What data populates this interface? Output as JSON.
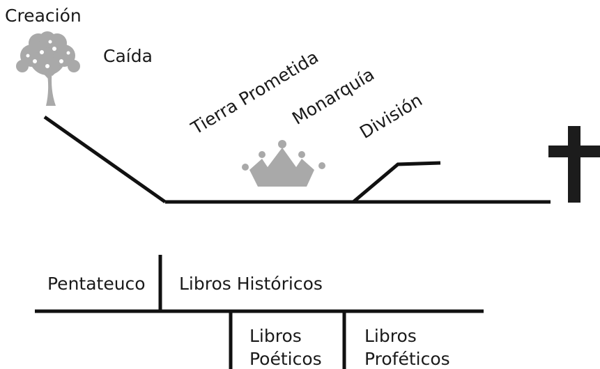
{
  "timeline": {
    "creation": "Creación",
    "fall": "Caída",
    "promised_land": "Tierra Prometida",
    "monarchy": "Monarquía",
    "division": "División"
  },
  "books": {
    "pentateuch": "Pentateuco",
    "historical": "Libros Históricos",
    "poetic_line1": "Libros",
    "poetic_line2": "Poéticos",
    "prophetic_line1": "Libros",
    "prophetic_line2": "Proféticos"
  },
  "icons": {
    "tree": "tree-icon",
    "crown": "crown-icon",
    "cross": "cross-icon"
  },
  "colors": {
    "line": "#111111",
    "icon_gray": "#a9a9a9",
    "cross": "#1c1c1c"
  }
}
